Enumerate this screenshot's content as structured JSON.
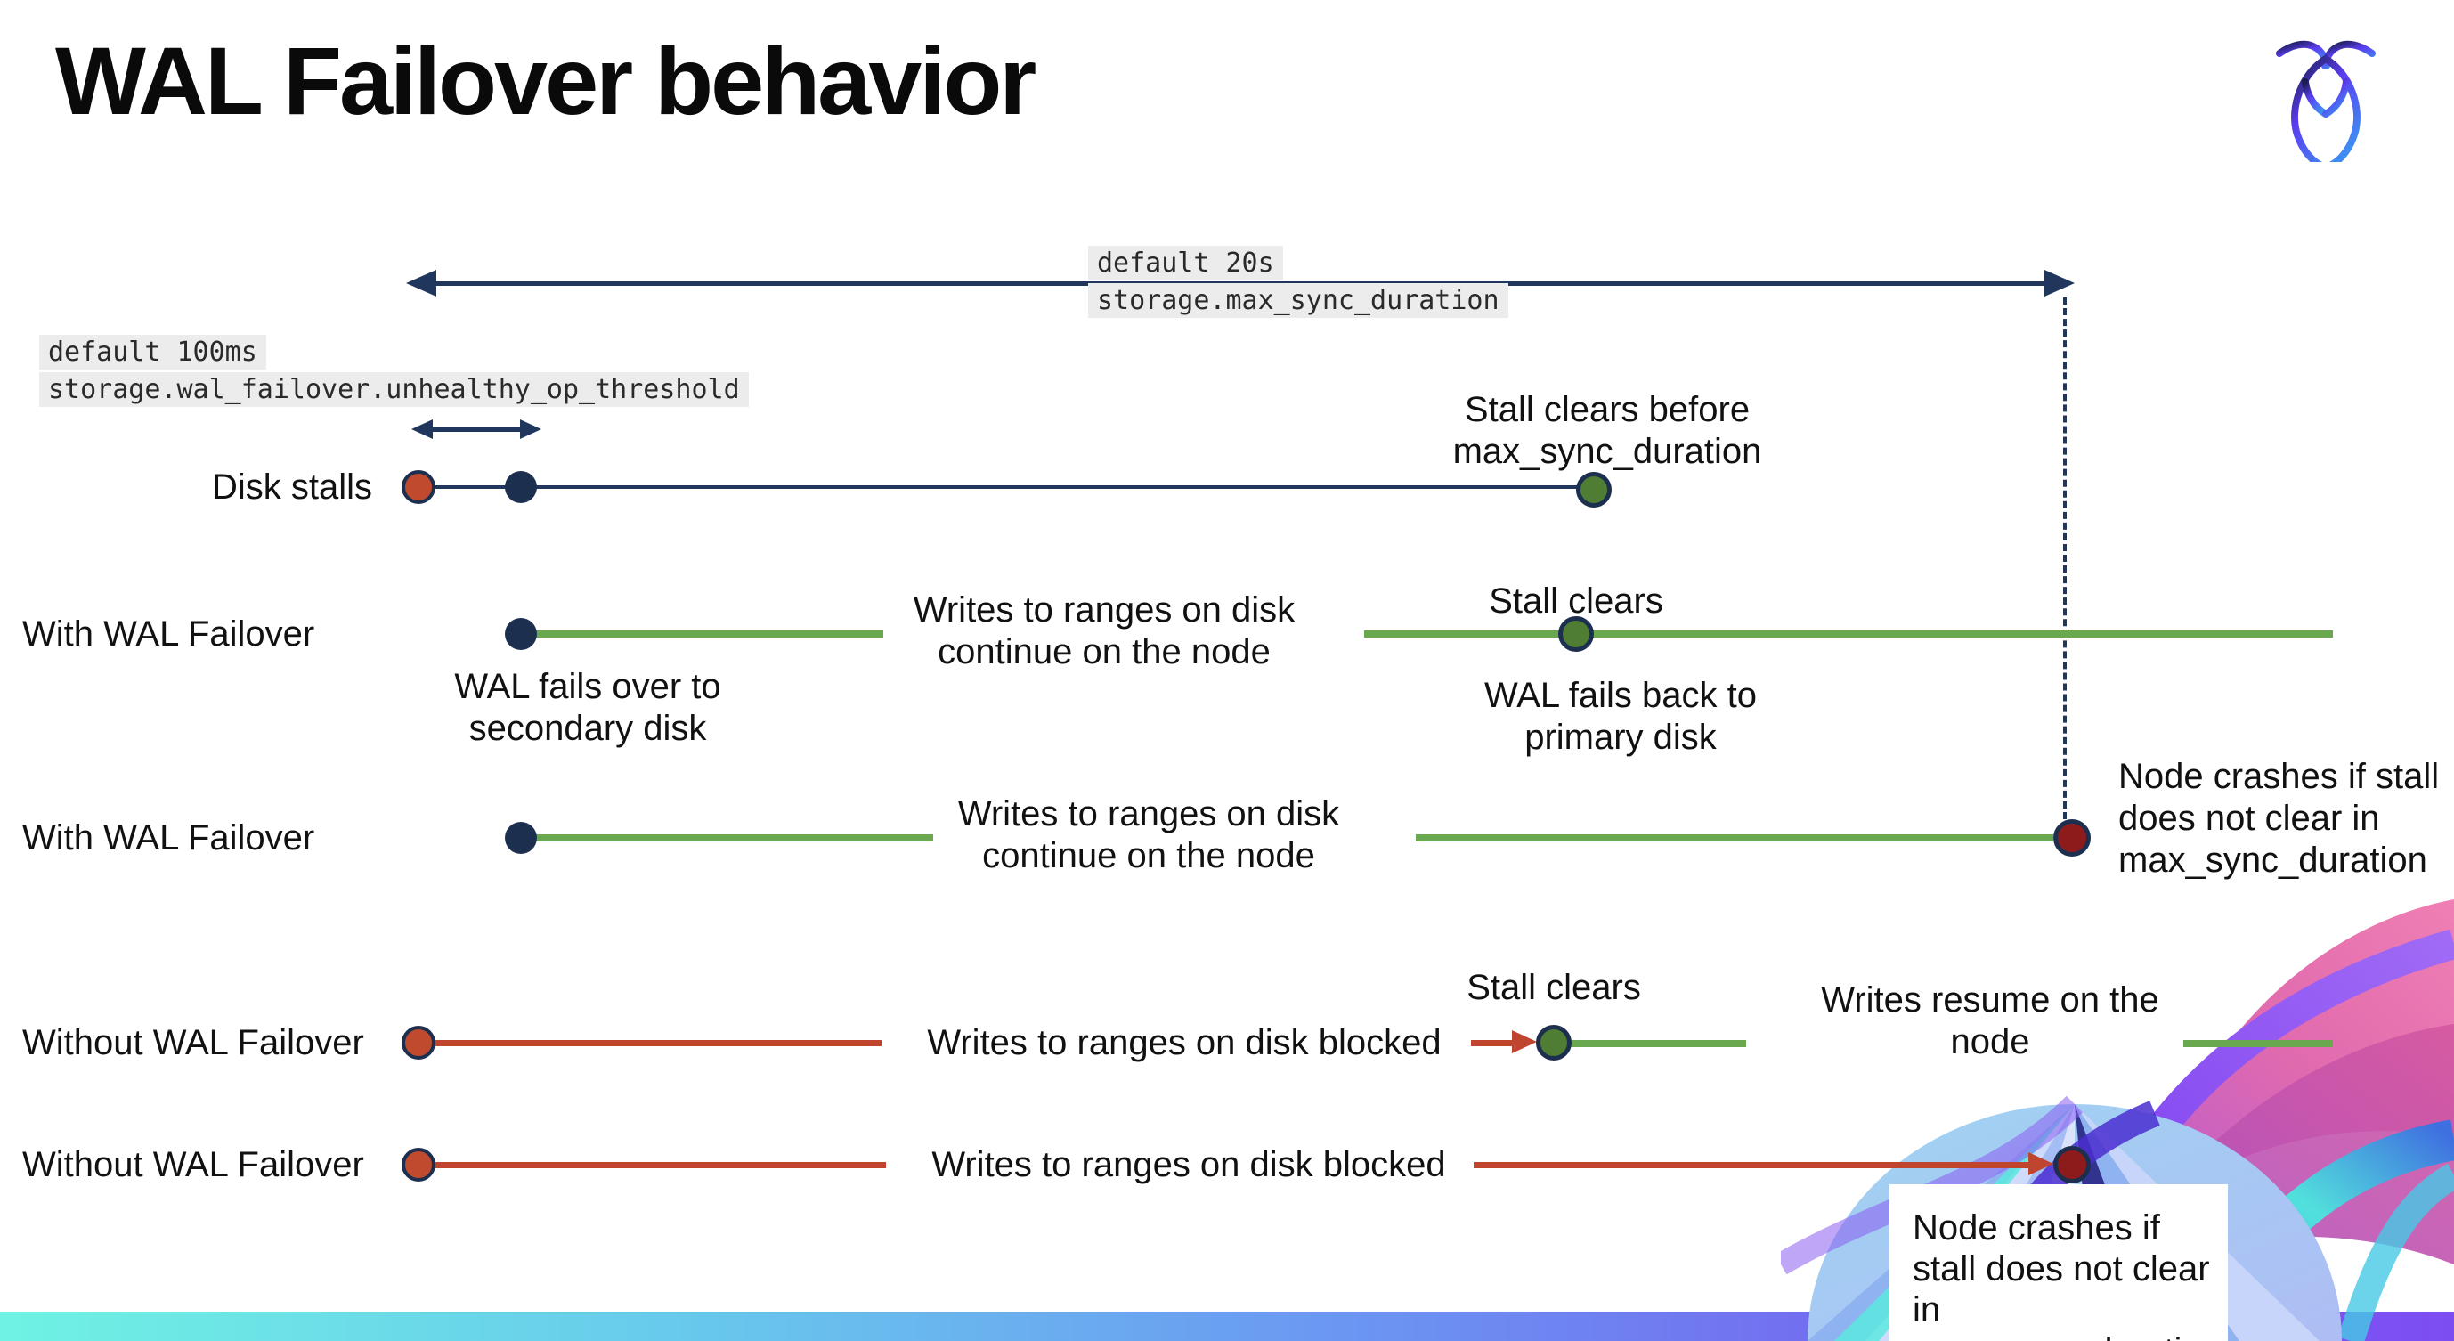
{
  "header": {
    "title": "WAL Failover behavior",
    "logo": "cockroach-logo"
  },
  "callouts": {
    "max_sync_duration": {
      "default_label": "default 20s",
      "setting": "storage.max_sync_duration"
    },
    "unhealthy_op_threshold": {
      "default_label": "default 100ms",
      "setting": "storage.wal_failover.unhealthy_op_threshold"
    }
  },
  "rows": [
    {
      "label": "Disk stalls",
      "annotations": {
        "stall_clears_before": "Stall clears before max_sync_duration"
      }
    },
    {
      "label": "With WAL Failover",
      "annotations": {
        "fails_over": "WAL fails over to secondary disk",
        "writes_continue": "Writes to ranges on disk continue on the node",
        "stall_clears": "Stall clears",
        "fails_back": "WAL fails  back to primary disk"
      }
    },
    {
      "label": "With WAL Failover",
      "annotations": {
        "writes_continue": "Writes to ranges on disk continue on the node",
        "node_crashes": "Node crashes if stall does not clear in max_sync_duration"
      }
    },
    {
      "label": "Without WAL Failover",
      "annotations": {
        "writes_blocked": "Writes to ranges on disk  blocked",
        "stall_clears": "Stall clears",
        "writes_resume": "Writes resume on the node"
      }
    },
    {
      "label": "Without WAL Failover",
      "annotations": {
        "writes_blocked": "Writes to ranges on disk  blocked",
        "node_crashes": "Node crashes if stall does not clear in max_sync_duration"
      }
    }
  ],
  "colors": {
    "navy": "#21365c",
    "green_line": "#6aa84f",
    "red_line": "#c0452e",
    "red_dot": "#bf4a2e",
    "green_dot": "#4e7d33",
    "dark_red_dot": "#8e1b1b",
    "callout_bg": "#ececec",
    "bar_gradient": [
      "#6ff2e3",
      "#68c9ec",
      "#6b96f2",
      "#7d4df2"
    ]
  }
}
